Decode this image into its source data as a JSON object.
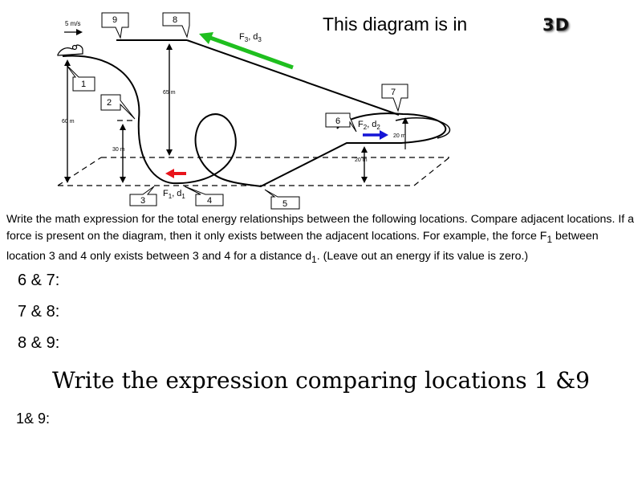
{
  "header": {
    "title": "This diagram is in",
    "badge": "3D"
  },
  "diagram": {
    "speed_label": "5 m/s",
    "locations": [
      "1",
      "2",
      "3",
      "4",
      "5",
      "6",
      "7",
      "8",
      "9"
    ],
    "height_labels": {
      "h1": "60 m",
      "h2": "30 m",
      "h8": "65 m",
      "h6": "20 m",
      "h7": "20 m"
    },
    "forces": {
      "f1": "F",
      "f1_sub": "1",
      "d1": ", d",
      "d1_sub": "1",
      "f2": "F",
      "f2_sub": "2",
      "d2": ", d",
      "d2_sub": "2",
      "f3": "F",
      "f3_sub": "3",
      "d3": ", d",
      "d3_sub": "3"
    },
    "colors": {
      "f1_arrow": "#e8141b",
      "f2_arrow": "#1414d6",
      "f3_arrow": "#1fbf1f"
    }
  },
  "text": {
    "instructions_a": "Write the math expression for the total energy relationships between the following locations. Compare adjacent locations.  If a force is present on the diagram, then it only exists between the adjacent locations. For example, the force F",
    "instructions_sub1": "1",
    "instructions_b": " between location 3 and 4 only exists between 3 and 4 for a distance d",
    "instructions_sub2": "1",
    "instructions_c": ". (Leave out an energy if its value is zero.)",
    "pair1": "6 & 7:",
    "pair2": "7 & 8:",
    "pair3": "8 & 9:",
    "heading": "Write the expression comparing locations 1 &9",
    "last": "1& 9:"
  }
}
